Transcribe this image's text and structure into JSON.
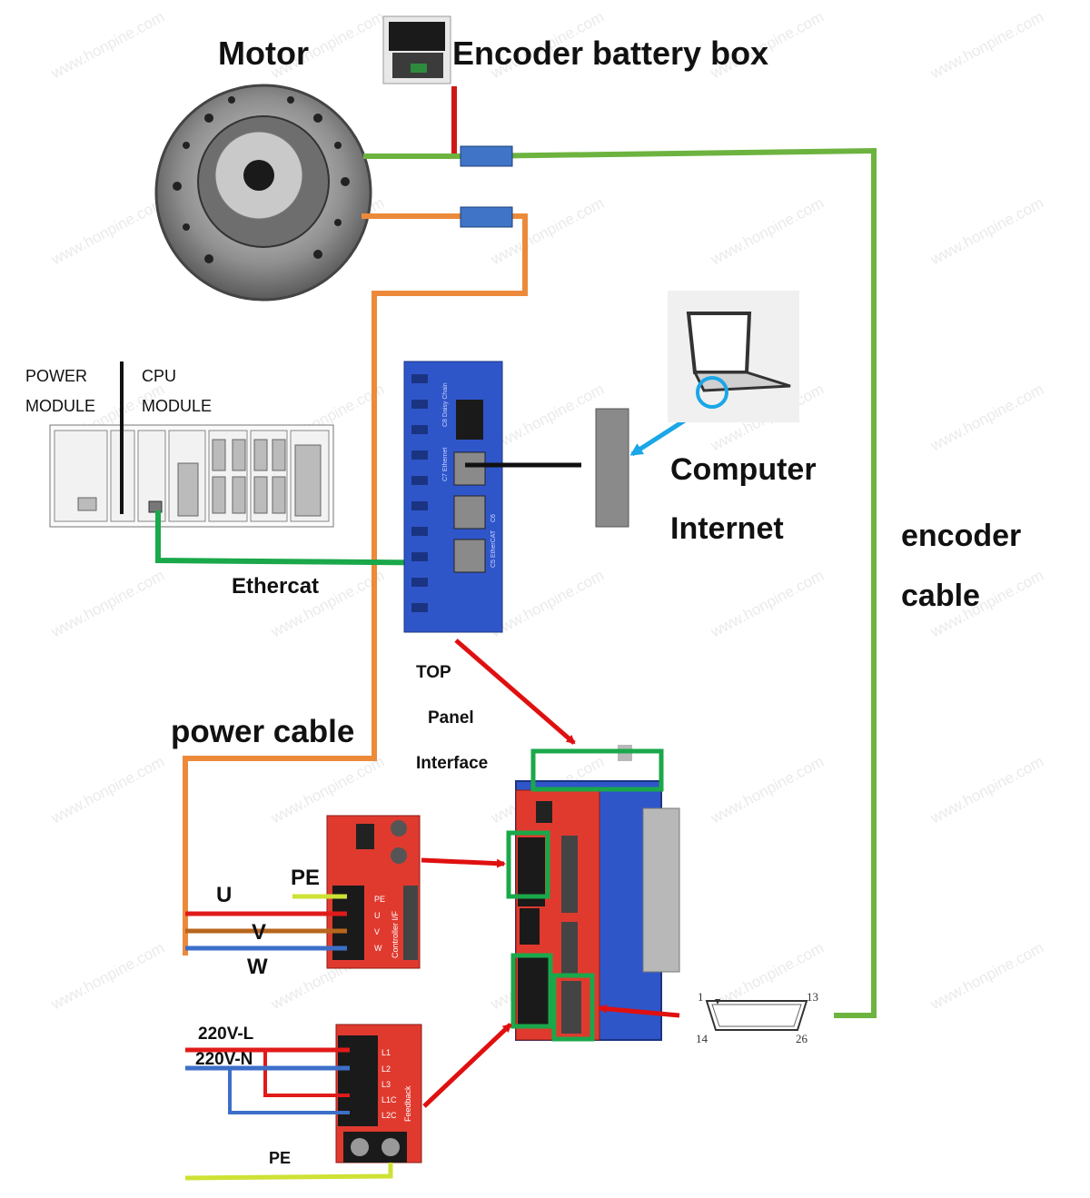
{
  "labels": {
    "motor": "Motor",
    "encoder_battery_box": "Encoder battery box",
    "power_module_1": "POWER",
    "power_module_2": "MODULE",
    "cpu_module_1": "CPU",
    "cpu_module_2": "MODULE",
    "computer": "Computer",
    "internet": "Internet",
    "encoder_cable_1": "encoder",
    "encoder_cable_2": "cable",
    "ethercat": "Ethercat",
    "top": "TOP",
    "panel": "Panel",
    "interface": "Interface",
    "power_cable": "power cable",
    "pe_top": "PE",
    "u": "U",
    "v": "V",
    "w": "W",
    "l220": "220V-L",
    "n220": "220V-N",
    "pe_bottom": "PE"
  },
  "connector": {
    "pin1": "1",
    "pin13": "13",
    "pin14": "14",
    "pin26": "26"
  },
  "drive_pins": {
    "p2": [
      "PE",
      "U",
      "V",
      "W"
    ],
    "p1": [
      "L1",
      "L2",
      "L3",
      "L1C",
      "L2C"
    ],
    "controller_if": "Controller I/F",
    "feedback": "Feedback",
    "port_labels": [
      "C8 Daisy Chain",
      "C7 Ethernet",
      "C6",
      "C5 EtherCAT"
    ]
  },
  "watermark": "www.honpine.com",
  "colors": {
    "encoder_cable": "#6db33f",
    "power_cable": "#ec8a3a",
    "ethercat_cable": "#1aa84a",
    "arrow": "#e01010",
    "highlight_box": "#1aa84a",
    "computer_link": "#1aa6e8",
    "drive_red": "#e03a2f",
    "drive_blue": "#2f56c9"
  }
}
